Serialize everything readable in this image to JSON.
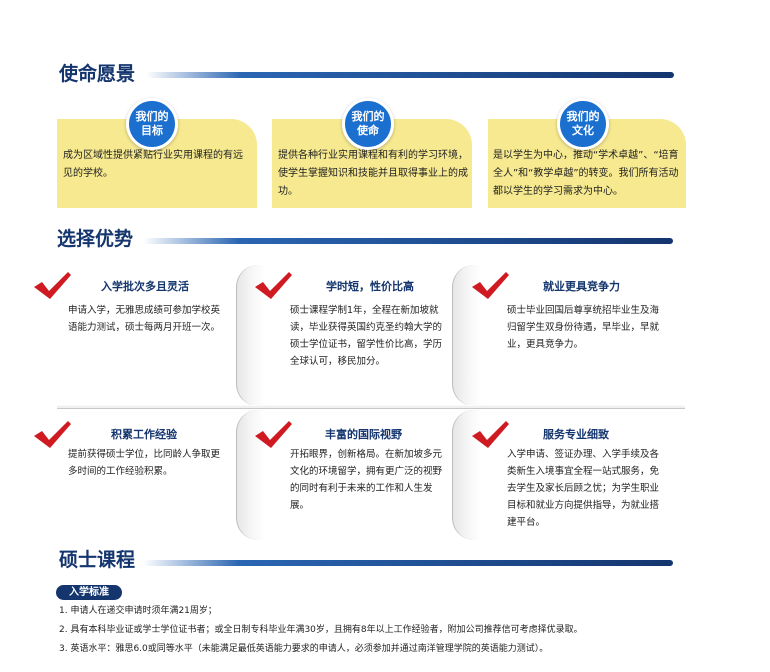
{
  "mission": {
    "title": "使命愿景",
    "cards": [
      {
        "badge_line1": "我们的",
        "badge_line2": "目标",
        "text": "成为区域性提供紧贴行业实用课程的有远见的学校。"
      },
      {
        "badge_line1": "我们的",
        "badge_line2": "使命",
        "text": "提供各种行业实用课程和有利的学习环境，使学生掌握知识和技能并且取得事业上的成功。"
      },
      {
        "badge_line1": "我们的",
        "badge_line2": "文化",
        "text": "是以学生为中心，推动“学术卓越”、“培育全人”和“教学卓越”的转变。我们所有活动都以学生的学习需求为中心。"
      }
    ]
  },
  "advantages": {
    "title": "选择优势",
    "items": [
      {
        "title": "入学批次多且灵活",
        "text": "申请入学，无雅思成绩可参加学校英语能力测试，硕士每两月开班一次。"
      },
      {
        "title": "学时短，性价比高",
        "text": "硕士课程学制1年，全程在新加坡就读，毕业获得英国约克圣约翰大学的硕士学位证书，留学性价比高，学历全球认可，移民加分。"
      },
      {
        "title": "就业更具竞争力",
        "text": "硕士毕业回国后尊享统招毕业生及海归留学生双身份待遇，早毕业，早就业，更具竞争力。"
      },
      {
        "title": "积累工作经验",
        "text": "提前获得硕士学位，比同龄人争取更多时间的工作经验积累。"
      },
      {
        "title": "丰富的国际视野",
        "text": "开拓眼界，创新格局。在新加坡多元文化的环境留学，拥有更广泛的视野的同时有利于未来的工作和人生发展。"
      },
      {
        "title": "服务专业细致",
        "text": "入学申请、签证办理、入学手续及各类新生入境事宜全程一站式服务，免去学生及家长后顾之忧；为学生职业目标和就业方向提供指导，为就业搭建平台。"
      }
    ]
  },
  "masters": {
    "title": "硕士课程",
    "admission_label": "入学标准",
    "requirements": [
      "1. 申请人在递交申请时须年满21周岁；",
      "2. 具有本科毕业证或学士学位证书者；或全日制专科毕业年满30岁，且拥有8年以上工作经验者，附加公司推荐信可考虑择优录取。",
      "3. 英语水平：雅思6.0或同等水平（未能满足最低英语能力要求的申请人，必须参加并通过南洋管理学院的英语能力测试）。"
    ]
  },
  "colors": {
    "navy": "#14356e",
    "blue": "#1b6fcf",
    "card_yellow": "#f6e98f",
    "check_red": "#d01a22"
  },
  "icons": {
    "advantage_marker": "check-mark-icon"
  }
}
